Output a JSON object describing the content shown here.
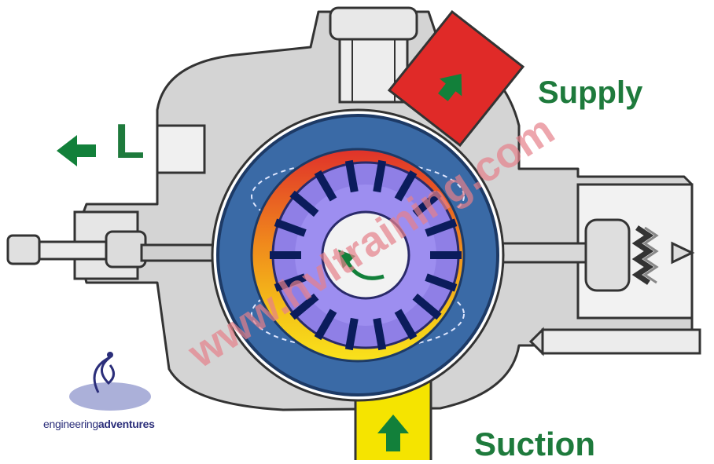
{
  "labels": {
    "supply": "Supply",
    "suction": "Suction",
    "leakage": "L"
  },
  "watermark": "www.hvltraining.com",
  "brand": {
    "part1": "engineering",
    "part2": "adventures"
  },
  "colors": {
    "label_green": "#1e7a3c",
    "arrow_green": "#12803a",
    "supply_port": "#e02a28",
    "suction_port": "#f5e400",
    "housing": "#d5d5d5",
    "ring": "#3a6aa6",
    "rotor": "#8f7fe6",
    "vane": "#0b1c5c",
    "watermark": "#e6808a"
  },
  "icons": [
    "supply-arrow-icon",
    "suction-arrow-icon",
    "leakage-arrow-icon",
    "rotation-arrow-icon",
    "swirl-logo-icon"
  ]
}
